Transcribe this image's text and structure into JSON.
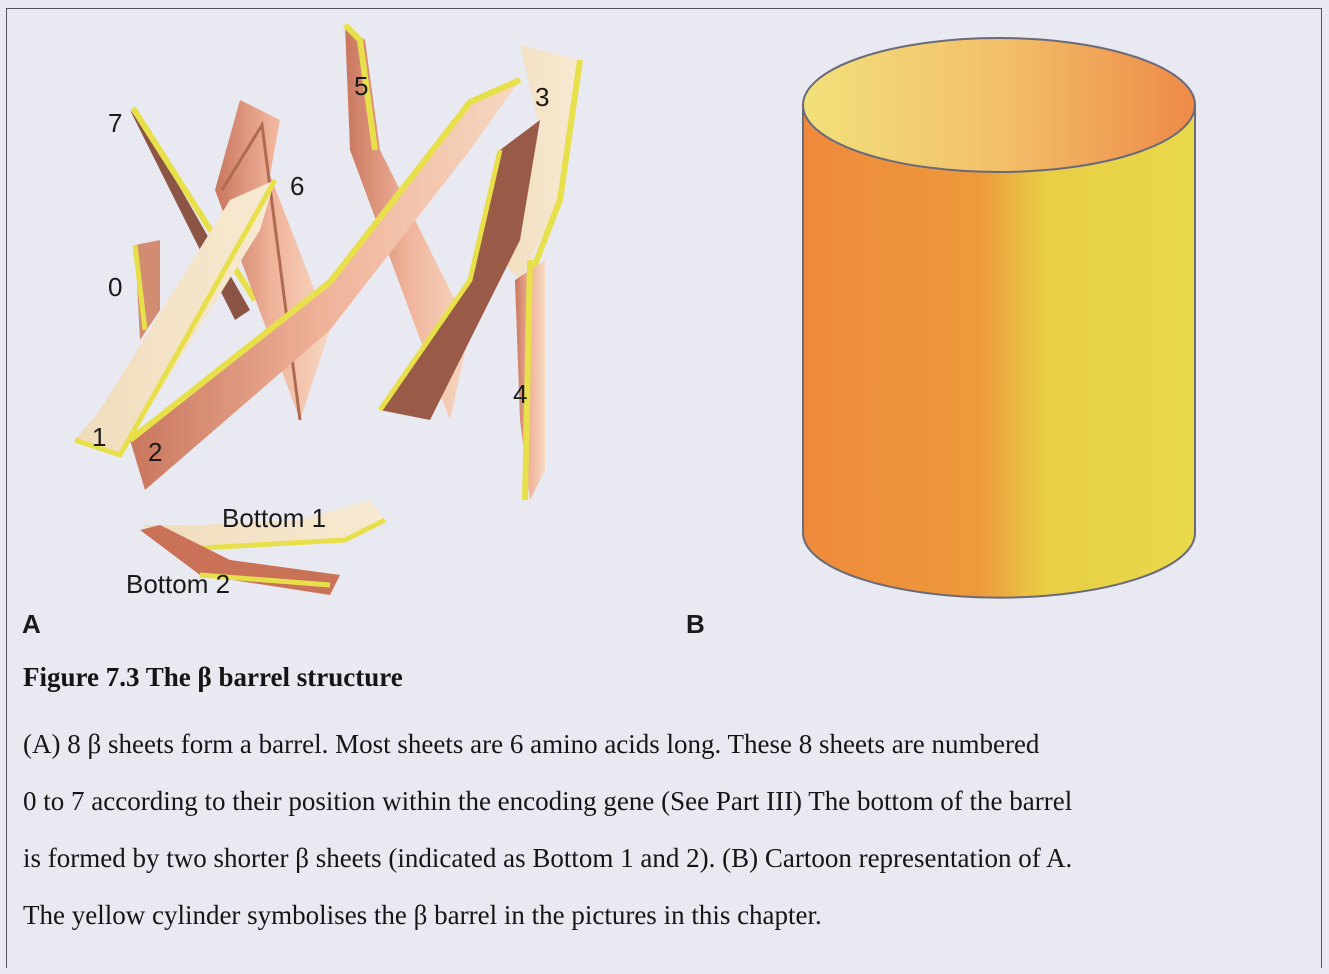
{
  "panels": {
    "a_label": "A",
    "b_label": "B"
  },
  "strand_labels": {
    "s0": "0",
    "s1": "1",
    "s2": "2",
    "s3": "3",
    "s4": "4",
    "s5": "5",
    "s6": "6",
    "s7": "7",
    "bottom1": "Bottom 1",
    "bottom2": "Bottom 2"
  },
  "caption": {
    "title": "Figure 7.3 The β barrel structure",
    "lines": [
      "(A) 8 β sheets form a barrel. Most sheets are 6 amino acids long. These 8 sheets are numbered",
      "0 to 7 according to their position within the encoding gene (See Part III) The bottom of the barrel",
      "is formed by two shorter β sheets (indicated as Bottom 1 and 2). (B) Cartoon representation of A.",
      "The yellow cylinder symbolises the β barrel in the pictures in this chapter."
    ]
  },
  "colors": {
    "strand_salmon": "#e8a88a",
    "strand_edge": "#e8e04a",
    "cylinder_orange": "#ec8a3a",
    "cylinder_yellow": "#e8dc4a"
  }
}
